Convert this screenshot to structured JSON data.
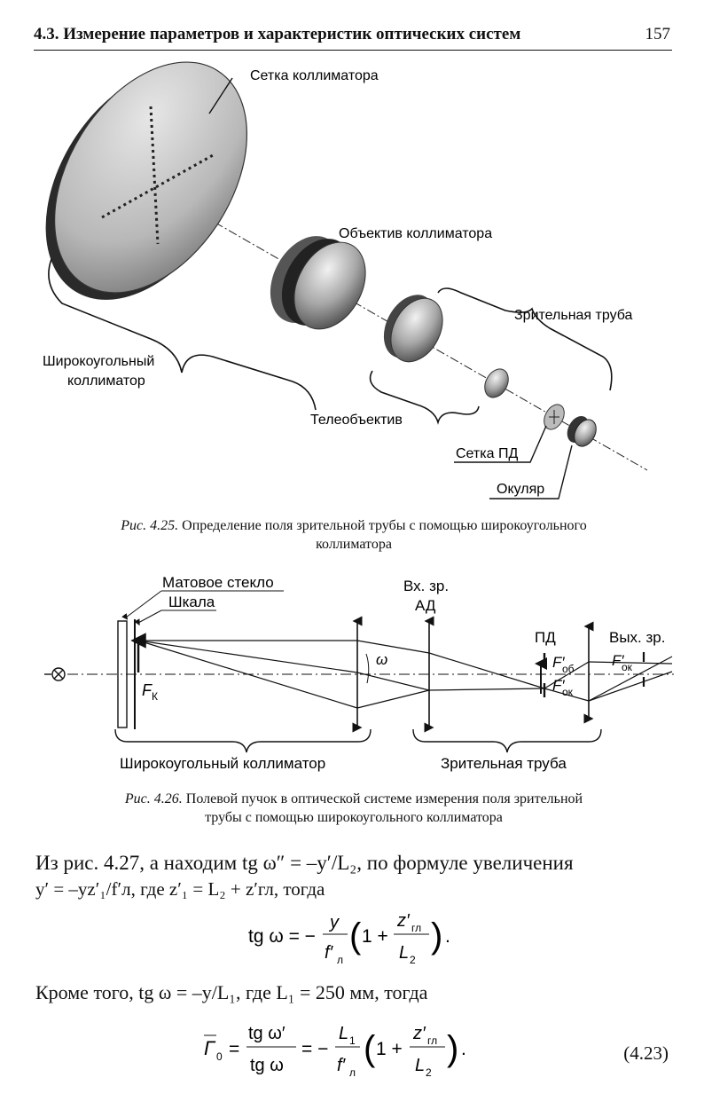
{
  "header": {
    "title": "4.3. Измерение параметров и характеристик оптических систем",
    "page_number": "157"
  },
  "figure1": {
    "labels": {
      "collimator_reticle": "Сетка коллиматора",
      "collimator_objective": "Объектив коллиматора",
      "telescope": "Зрительная труба",
      "wide_angle_collimator_1": "Широкоугольный",
      "wide_angle_collimator_2": "коллиматор",
      "telephoto": "Телеобъектив",
      "field_stop_reticle": "Сетка ПД",
      "eyepiece": "Окуляр"
    },
    "caption_label": "Рис. 4.25.",
    "caption_line1": "Определение поля зрительной трубы с помощью широкоугольного",
    "caption_line2": "коллиматора"
  },
  "figure2": {
    "labels": {
      "matte_glass": "Матовое стекло",
      "scale": "Шкала",
      "entrance_pupil_1": "Вх. зр.",
      "entrance_pupil_2": "АД",
      "field_stop": "ПД",
      "exit_pupil": "Вых. зр.",
      "omega": "ω",
      "fk_main": "F",
      "fk_sub": "К",
      "fob_main": "F′",
      "fob_sub": "об",
      "fok_main": "F′",
      "fok_sub": "ок",
      "fok2_main": "F′",
      "fok2_sub": "ок",
      "brace_collimator": "Широкоугольный коллиматор",
      "brace_telescope": "Зрительная труба"
    },
    "caption_label": "Рис. 4.26.",
    "caption_line1": "Полевой пучок в оптической системе измерения поля зрительной",
    "caption_line2": "трубы с помощью широкоугольного коллиматора"
  },
  "text": {
    "p1_line1": "Из рис. 4.27, а находим tg ω″ = –y′/L₂, по формуле увеличения",
    "p1_line2": "y′ = –yz′₁/f′л, где z′₁ = L₂ + z′гл, тогда",
    "p2": "Кроме того, tg ω = –y/L₁, где L₁ = 250 мм, тогда",
    "eq_number": "(4.23)"
  }
}
